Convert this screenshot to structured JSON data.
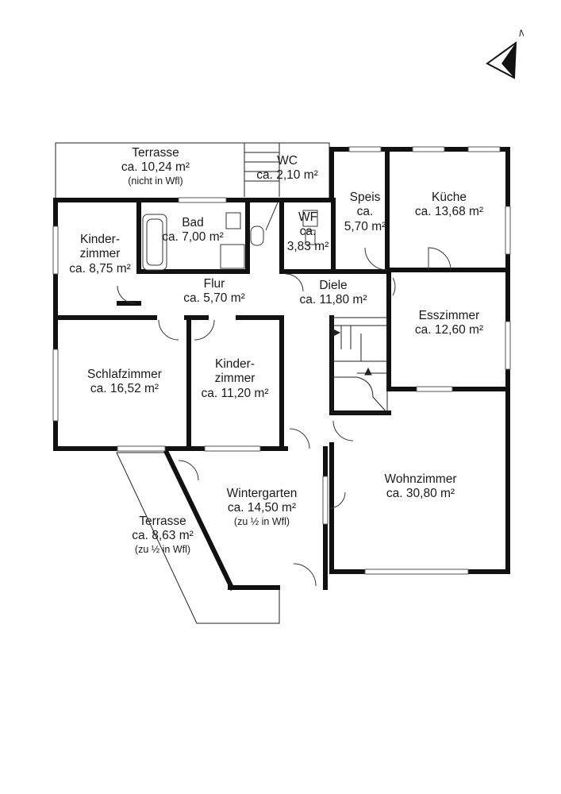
{
  "rooms": {
    "terrasse_top": {
      "name": "Terrasse",
      "area": "ca. 10,24 m²",
      "note": "(nicht in Wfl)"
    },
    "wc": {
      "name": "WC",
      "area": "ca. 2,10 m²"
    },
    "speis": {
      "name": "Speis",
      "area_line1": "ca.",
      "area_line2": "5,70 m²"
    },
    "kueche": {
      "name": "Küche",
      "area": "ca. 13,68 m²"
    },
    "kinderzimmer_1": {
      "name_line1": "Kinder-",
      "name_line2": "zimmer",
      "area": "ca. 8,75 m²"
    },
    "bad": {
      "name": "Bad",
      "area": "ca. 7,00 m²"
    },
    "wf": {
      "name": "WF",
      "area_line1": "ca.",
      "area_line2": "3,83 m²"
    },
    "flur": {
      "name": "Flur",
      "area": "ca. 5,70 m²"
    },
    "diele": {
      "name": "Diele",
      "area": "ca. 11,80 m²"
    },
    "esszimmer": {
      "name": "Esszimmer",
      "area": "ca. 12,60 m²"
    },
    "schlafzimmer": {
      "name": "Schlafzimmer",
      "area": "ca. 16,52 m²"
    },
    "kinderzimmer_2": {
      "name_line1": "Kinder-",
      "name_line2": "zimmer",
      "area": "ca. 11,20 m²"
    },
    "wohnzimmer": {
      "name": "Wohnzimmer",
      "area": "ca. 30,80 m²"
    },
    "wintergarten": {
      "name": "Wintergarten",
      "area": "ca. 14,50 m²",
      "note": "(zu ½ in Wfl)"
    },
    "terrasse_bottom": {
      "name": "Terrasse",
      "area": "ca. 8,63 m²",
      "note": "(zu ½ in Wfl)"
    }
  },
  "compass": {
    "label": "N",
    "icon": "north-arrow-icon"
  },
  "colors": {
    "wall": "#111111",
    "line": "#222222",
    "background": "#ffffff"
  }
}
